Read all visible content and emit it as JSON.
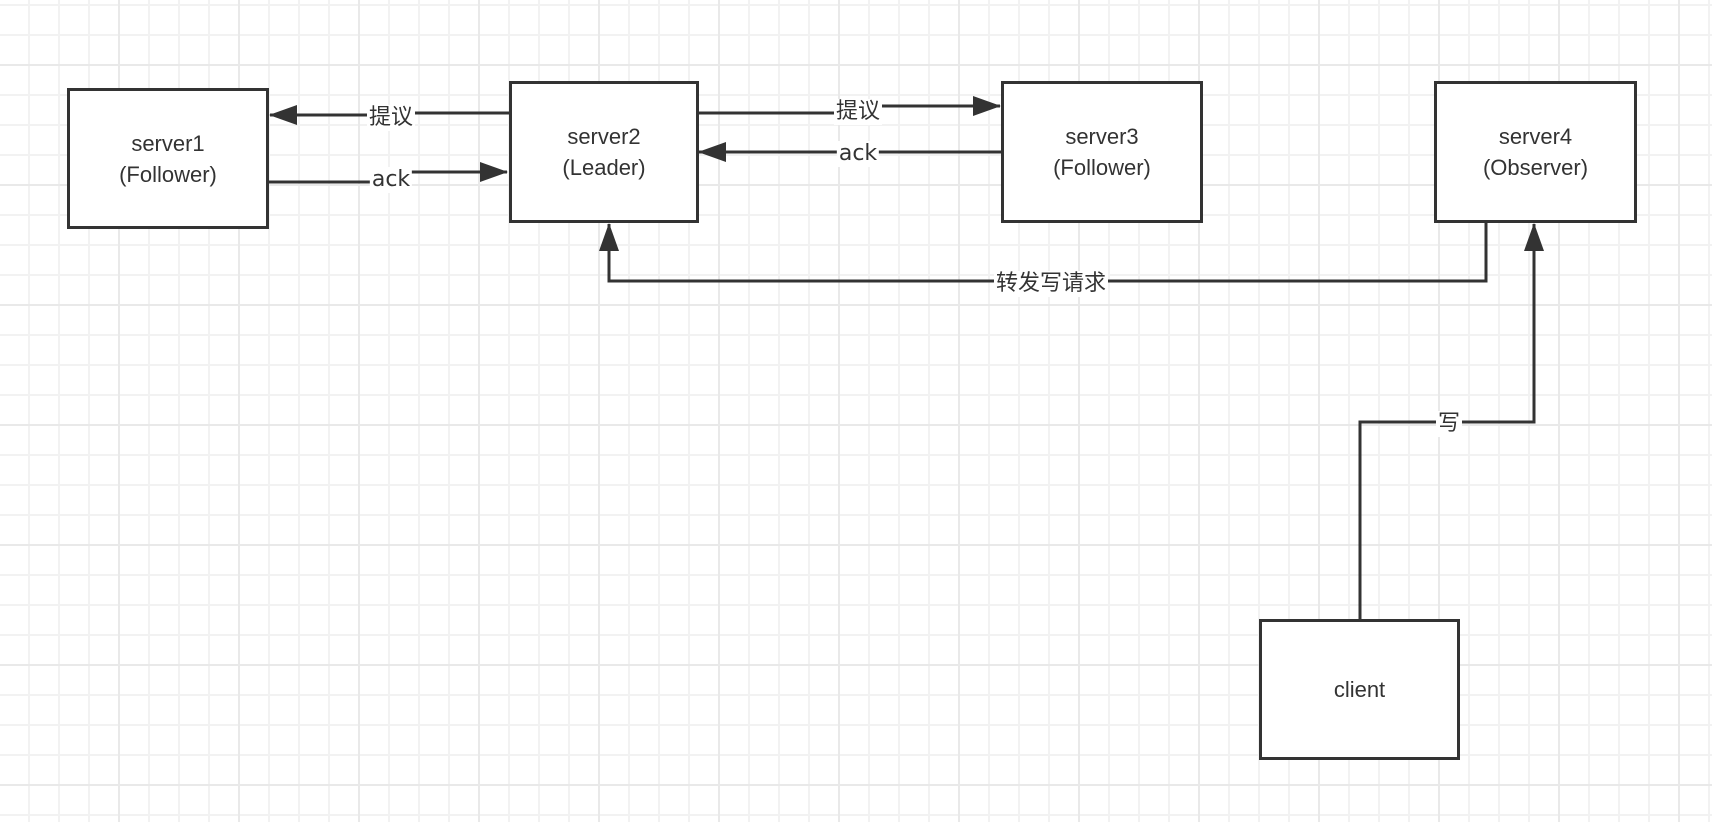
{
  "diagram": {
    "title": "",
    "colors": {
      "stroke": "#333333",
      "text": "#333333",
      "grid_minor": "#f2f2f2",
      "grid_major": "#e9e9e9",
      "background": "#ffffff"
    },
    "nodes": {
      "server1": {
        "name": "server1",
        "role": "(Follower)"
      },
      "server2": {
        "name": "server2",
        "role": "(Leader)"
      },
      "server3": {
        "name": "server3",
        "role": "(Follower)"
      },
      "server4": {
        "name": "server4",
        "role": "(Observer)"
      },
      "client": {
        "name": "client"
      }
    },
    "edges": [
      {
        "id": "s2-to-s1-proposal",
        "from": "server2",
        "to": "server1",
        "label": "提议"
      },
      {
        "id": "s1-to-s2-ack",
        "from": "server1",
        "to": "server2",
        "label": "ack"
      },
      {
        "id": "s2-to-s3-proposal",
        "from": "server2",
        "to": "server3",
        "label": "提议"
      },
      {
        "id": "s3-to-s2-ack",
        "from": "server3",
        "to": "server2",
        "label": "ack"
      },
      {
        "id": "s4-to-s2-forward",
        "from": "server4",
        "to": "server2",
        "label": "转发写请求"
      },
      {
        "id": "client-to-s4-write",
        "from": "client",
        "to": "server4",
        "label": "写"
      }
    ]
  }
}
